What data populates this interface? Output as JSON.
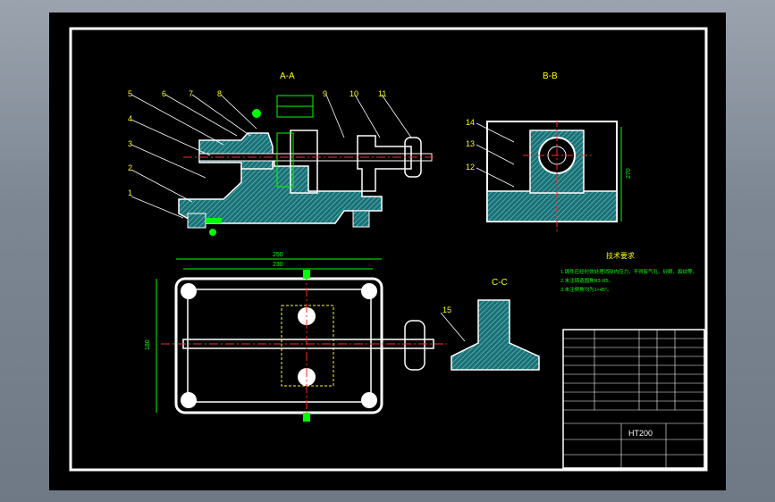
{
  "views": {
    "aa": "A-A",
    "bb": "B-B",
    "cc": "C-C"
  },
  "callouts": [
    "1",
    "2",
    "3",
    "4",
    "5",
    "6",
    "7",
    "8",
    "9",
    "10",
    "11",
    "12",
    "13",
    "14",
    "15"
  ],
  "dimensions": {
    "top_width_outer": "250",
    "top_width_inner": "230",
    "top_height": "180",
    "bb_height": "270"
  },
  "notes": {
    "title": "技术要求",
    "lines": [
      "1.铸件应经时效处理消除内应力，不得有气孔、砂眼、裂纹等。",
      "2.未注铸造圆角R3-R5。",
      "3.未注倒角均为1×45°。"
    ]
  },
  "title_block": {
    "material": "HT200"
  },
  "colors": {
    "outline": "#ffffff",
    "hatch": "#3aa8a8",
    "dimension": "#00ff00",
    "centerline": "#ff2a2a",
    "hidden": "#ffff00",
    "label": "#ffff00"
  }
}
